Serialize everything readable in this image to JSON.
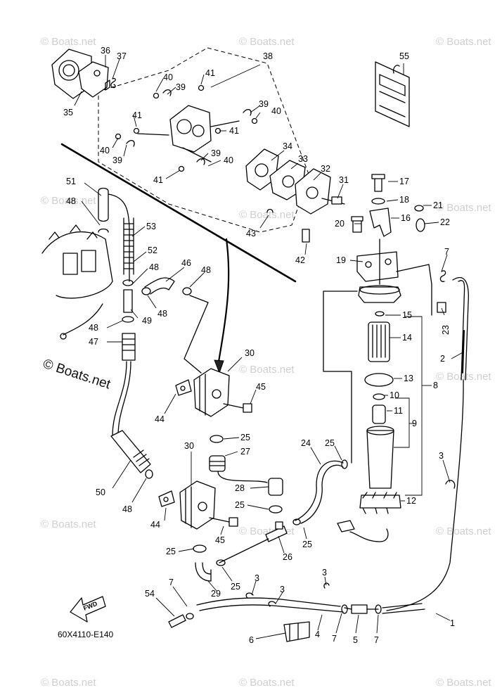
{
  "diagram_code": "60X4110-E140",
  "watermark": "© Boats.net",
  "fwd_label": "FWD",
  "callouts": [
    "1",
    "2",
    "3",
    "4",
    "5",
    "6",
    "7",
    "8",
    "9",
    "10",
    "11",
    "12",
    "13",
    "14",
    "15",
    "16",
    "17",
    "18",
    "19",
    "20",
    "21",
    "22",
    "23",
    "24",
    "25",
    "26",
    "27",
    "28",
    "29",
    "30",
    "31",
    "32",
    "33",
    "34",
    "35",
    "36",
    "37",
    "38",
    "39",
    "40",
    "41",
    "42",
    "43",
    "44",
    "45",
    "46",
    "47",
    "48",
    "49",
    "50",
    "51",
    "52",
    "53",
    "54",
    "55"
  ]
}
